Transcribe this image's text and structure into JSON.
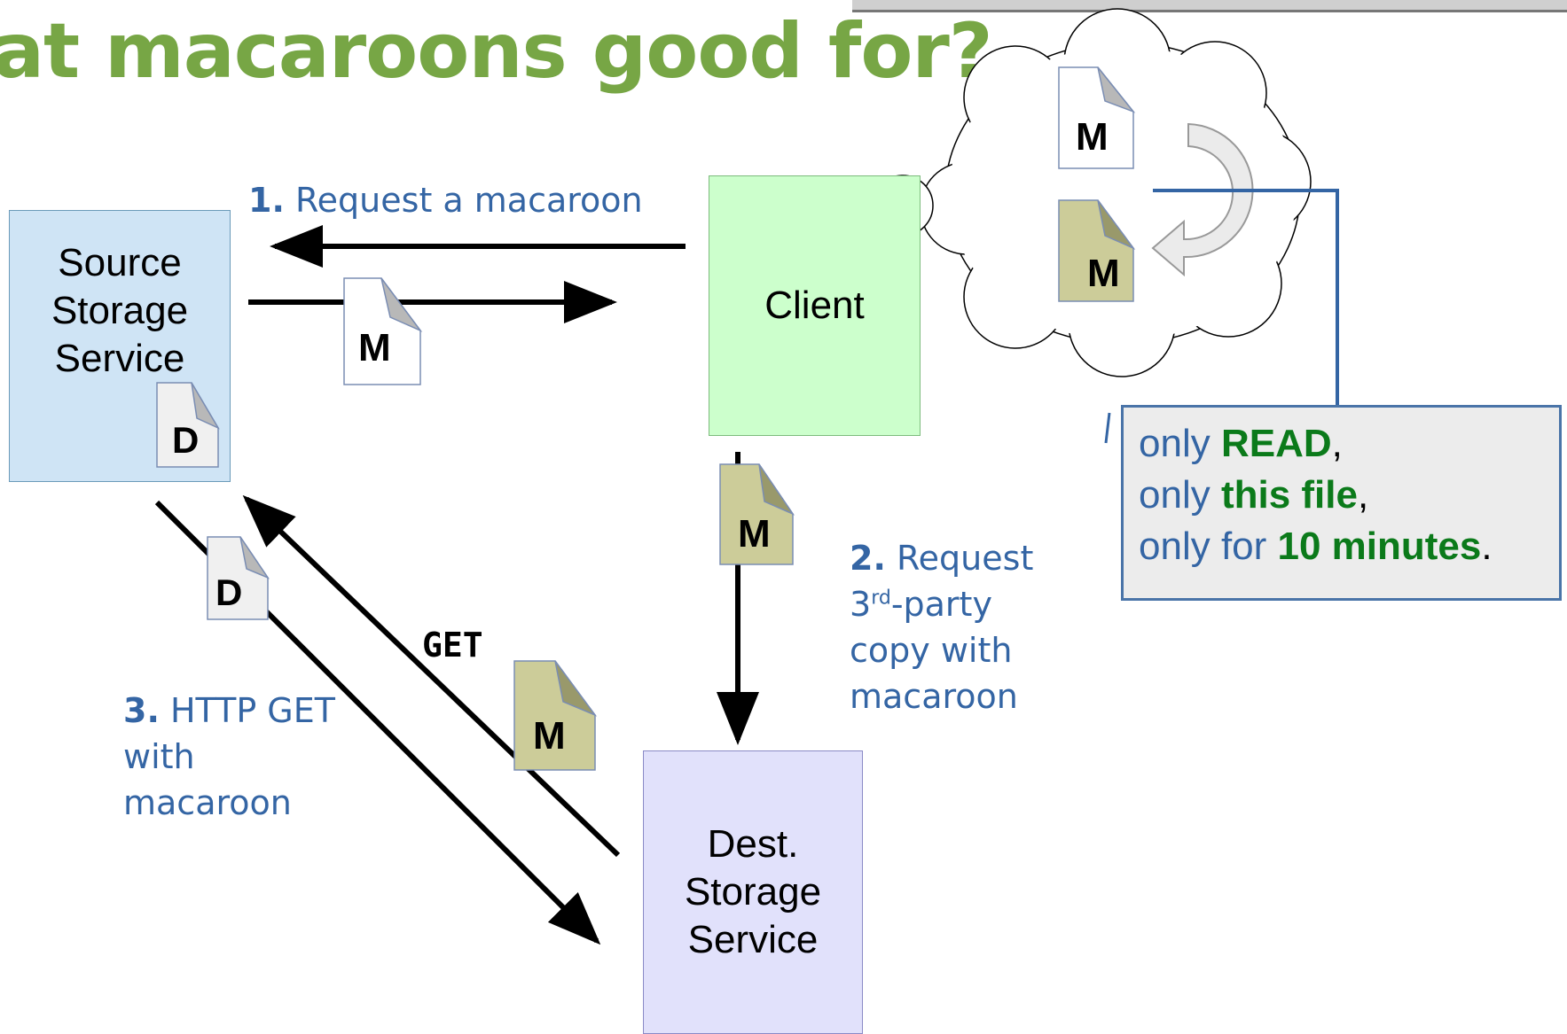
{
  "title": "at macaroons good for?",
  "boxes": {
    "source": [
      "Source",
      "Storage",
      "Service"
    ],
    "client": "Client",
    "dest": [
      "Dest.",
      "Storage",
      "Service"
    ]
  },
  "step1": {
    "num": "1.",
    "text": "Request a macaroon"
  },
  "step2": {
    "num": "2.",
    "line1": "Request",
    "line2_pre": "3",
    "line2_sup": "rd",
    "line2_post": "-party",
    "line3": "copy with",
    "line4": "macaroon"
  },
  "step3": {
    "num": "3.",
    "line1": "HTTP GET",
    "line2": "with",
    "line3": "macaroon"
  },
  "get_label": "GET",
  "doc_labels": {
    "macaroon": "M",
    "data": "D"
  },
  "note": {
    "l1_pre": "only ",
    "l1_bold": "READ",
    "l1_post": ",",
    "l2_pre": "only ",
    "l2_bold": "this file",
    "l2_post": ",",
    "l3_pre": "only for ",
    "l3_bold": "10 minutes",
    "l3_post": "."
  },
  "colors": {
    "title": "#77a645",
    "label": "#3465a4",
    "emphasis": "#0b7a1a",
    "macaroon_fill": "#cccc99",
    "plain_doc_fill": "#ffffff"
  }
}
